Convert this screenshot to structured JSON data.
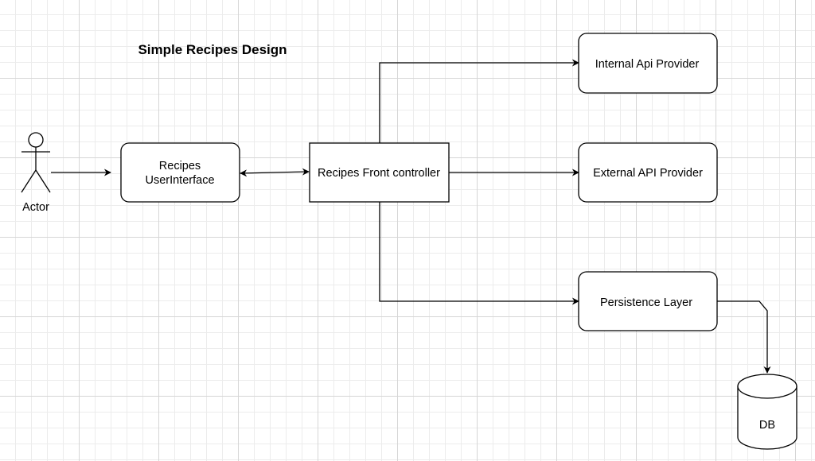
{
  "diagram": {
    "title": "Simple Recipes Design",
    "actor_label": "Actor",
    "nodes": {
      "user_interface": {
        "line1": "Recipes",
        "line2": "UserInterface"
      },
      "front_controller": "Recipes Front controller",
      "internal_api": "Internal Api Provider",
      "external_api": "External API Provider",
      "persistence": "Persistence Layer",
      "database": "DB"
    },
    "connections": [
      {
        "from": "Actor",
        "to": "Recipes UserInterface",
        "direction": "one-way"
      },
      {
        "from": "Recipes UserInterface",
        "to": "Recipes Front controller",
        "direction": "two-way"
      },
      {
        "from": "Recipes Front controller",
        "to": "Internal Api Provider",
        "direction": "one-way"
      },
      {
        "from": "Recipes Front controller",
        "to": "External API Provider",
        "direction": "one-way"
      },
      {
        "from": "Recipes Front controller",
        "to": "Persistence Layer",
        "direction": "one-way"
      },
      {
        "from": "Persistence Layer",
        "to": "DB",
        "direction": "one-way"
      }
    ]
  }
}
